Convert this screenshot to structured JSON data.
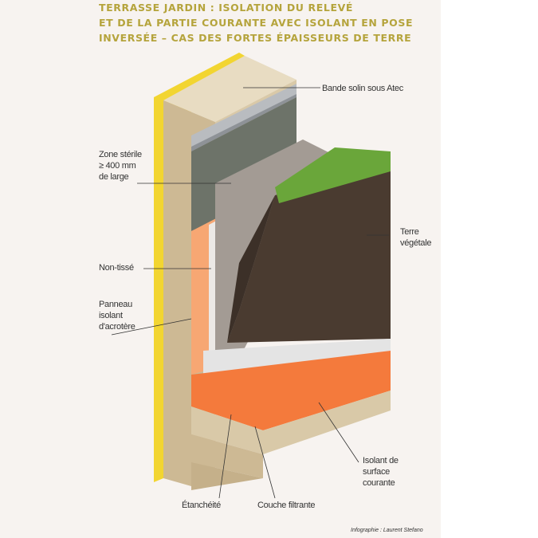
{
  "title": {
    "line1": "TERRASSE JARDIN : ISOLATION DU RELEVÉ",
    "line2": "ET DE LA PARTIE COURANTE AVEC ISOLANT EN POSE",
    "line3": "INVERSÉE – CAS DES FORTES ÉPAISSEURS DE TERRE"
  },
  "labels": {
    "bande": "Bande solin sous Atec",
    "zone1": "Zone stérile",
    "zone2": "≥ 400 mm",
    "zone3": "de large",
    "terre1": "Terre",
    "terre2": "végétale",
    "nontisse": "Non-tissé",
    "panneau1": "Panneau",
    "panneau2": "isolant",
    "panneau3": "d'acrotère",
    "isolant1": "Isolant de",
    "isolant2": "surface",
    "isolant3": "courante",
    "etancheite": "Étanchéité",
    "couche": "Couche filtrante"
  },
  "credit": "Infographie : Laurent Stefano",
  "colors": {
    "title": "#b5a43c",
    "insulation_yellow": "#f2d531",
    "wall": "#d9c9a8",
    "orange": "#f47a3c",
    "soil": "#4a3b30",
    "grass": "#6aa63a"
  }
}
